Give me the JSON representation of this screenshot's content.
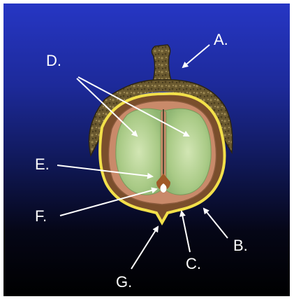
{
  "labels": {
    "a": "A.",
    "b": "B.",
    "c": "C.",
    "d": "D.",
    "e": "E.",
    "f": "F.",
    "g": "G."
  },
  "colors": {
    "background_top": "#2636c4",
    "background_bottom": "#000000",
    "cupule": "#6b5a30",
    "pericarp_ring": "#f2e04a",
    "seed_coat": "#c98a6a",
    "cotyledon": "#a8c888",
    "embryo": "#a05a28",
    "arrow": "#ffffff"
  }
}
